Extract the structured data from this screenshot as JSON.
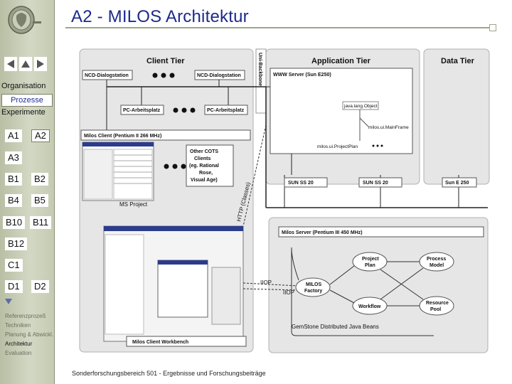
{
  "header": {
    "title": "A2 - MILOS Architektur"
  },
  "sidebar": {
    "nav": [
      "back-icon",
      "up-icon",
      "forward-icon"
    ],
    "menu": [
      "Organisation",
      "Prozesse",
      "Experimente"
    ],
    "buttons": [
      "A1",
      "A2",
      "A3",
      "B1",
      "B2",
      "B4",
      "B5",
      "B10",
      "B11",
      "B12",
      "C1",
      "D1",
      "D2"
    ],
    "sub_links": [
      "Referenzprozeß",
      "Techniken",
      "Planung & Abwickl.",
      "Architektur",
      "Evaluation"
    ]
  },
  "diagram": {
    "client_tier": "Client Tier",
    "uni_backbone": "Uni-Backbone",
    "application_tier": "Application Tier",
    "data_tier": "Data Tier",
    "ncd1": "NCD-Dialogstation",
    "ncd2": "NCD-Dialogstation",
    "pc1": "PC-Arbeitsplatz",
    "pc2": "PC-Arbeitsplatz",
    "www_server": "WWW Server (Sun E250)",
    "java_object": "java.lang.Object",
    "main_frame": "milos.ui.MainFrame",
    "project_plan": "milos.ui.ProjectPlan",
    "milos_client": "Milos Client (Pentium II 266 MHz)",
    "other_cots": [
      "Other COTS",
      "Clients",
      "(eg. Rational",
      "Rose,",
      "Visual Age)"
    ],
    "http_classes": "HTTP (Classes)",
    "ms_project": "MS Project",
    "sun1": "SUN SS 20",
    "sun2": "SUN SS 20",
    "sun3": "Sun E 250",
    "milos_server": "Milos Server (Pentium III 450 MHz)",
    "iiop1": "IIOP",
    "iiop2": "IIOP",
    "project_plan_node": [
      "Project",
      "Plan"
    ],
    "process_model": [
      "Process",
      "Model"
    ],
    "milos_factory": [
      "MILOS",
      "Factory"
    ],
    "workflow": "Workflow",
    "resource_pool": [
      "Resource",
      "Pool"
    ],
    "gemstone": "GemStone Distributed Java Beans",
    "workbench": "Milos Client Workbench"
  },
  "footer": {
    "text": "Sonderforschungsbereich 501 - Ergebnisse und Forschungsbeiträge"
  }
}
